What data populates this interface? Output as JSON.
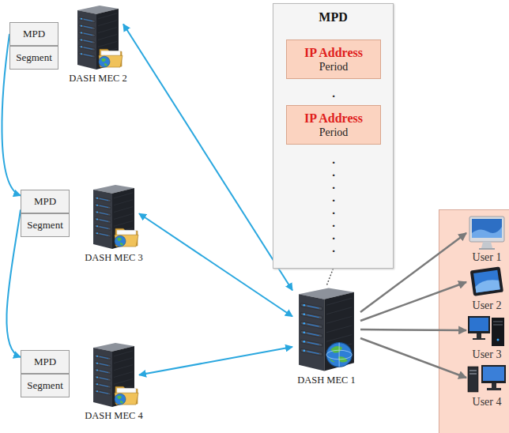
{
  "diagram": {
    "nodes": [
      {
        "text": [
          "MPD"
        ]
      },
      {
        "text": [
          "Segment"
        ]
      },
      {
        "text": [
          "DASH MEC 2"
        ]
      },
      {
        "text": [
          "MPD"
        ]
      },
      {
        "text": [
          "Segment"
        ]
      },
      {
        "text": [
          "DASH MEC 3"
        ]
      },
      {
        "text": [
          "MPD"
        ]
      },
      {
        "text": [
          "Segment"
        ]
      },
      {
        "text": [
          "DASH MEC 4"
        ]
      },
      {
        "text": [
          "MPD"
        ]
      },
      {
        "text": [
          "IP Address",
          "Period"
        ],
        "in": 9
      },
      {
        "text": [
          "IP Address",
          "Period"
        ],
        "in": 9
      },
      {
        "text": [
          "DASH MEC 1"
        ]
      },
      {
        "text": [
          "User 1"
        ]
      },
      {
        "text": [
          "User 2"
        ]
      },
      {
        "text": [
          "User 3"
        ]
      },
      {
        "text": [
          "User 4"
        ]
      }
    ],
    "edges": [
      {
        "from": 0,
        "to": 3,
        "arrow": "to"
      },
      {
        "from": 3,
        "to": 6,
        "arrow": "to"
      },
      {
        "from": 12,
        "to": 2,
        "arrow": "both"
      },
      {
        "from": 12,
        "to": 5,
        "arrow": "both"
      },
      {
        "from": 12,
        "to": 8,
        "arrow": "both"
      },
      {
        "from": 9,
        "to": 12,
        "arrow": "none"
      },
      {
        "from": 12,
        "to": 13,
        "arrow": "to"
      },
      {
        "from": 12,
        "to": 14,
        "arrow": "to"
      },
      {
        "from": 12,
        "to": 15,
        "arrow": "to"
      },
      {
        "from": 12,
        "to": 16,
        "arrow": "to"
      }
    ],
    "labels": [
      ".",
      ".",
      ".",
      ".",
      ".",
      ".",
      ".",
      ".",
      "."
    ]
  }
}
